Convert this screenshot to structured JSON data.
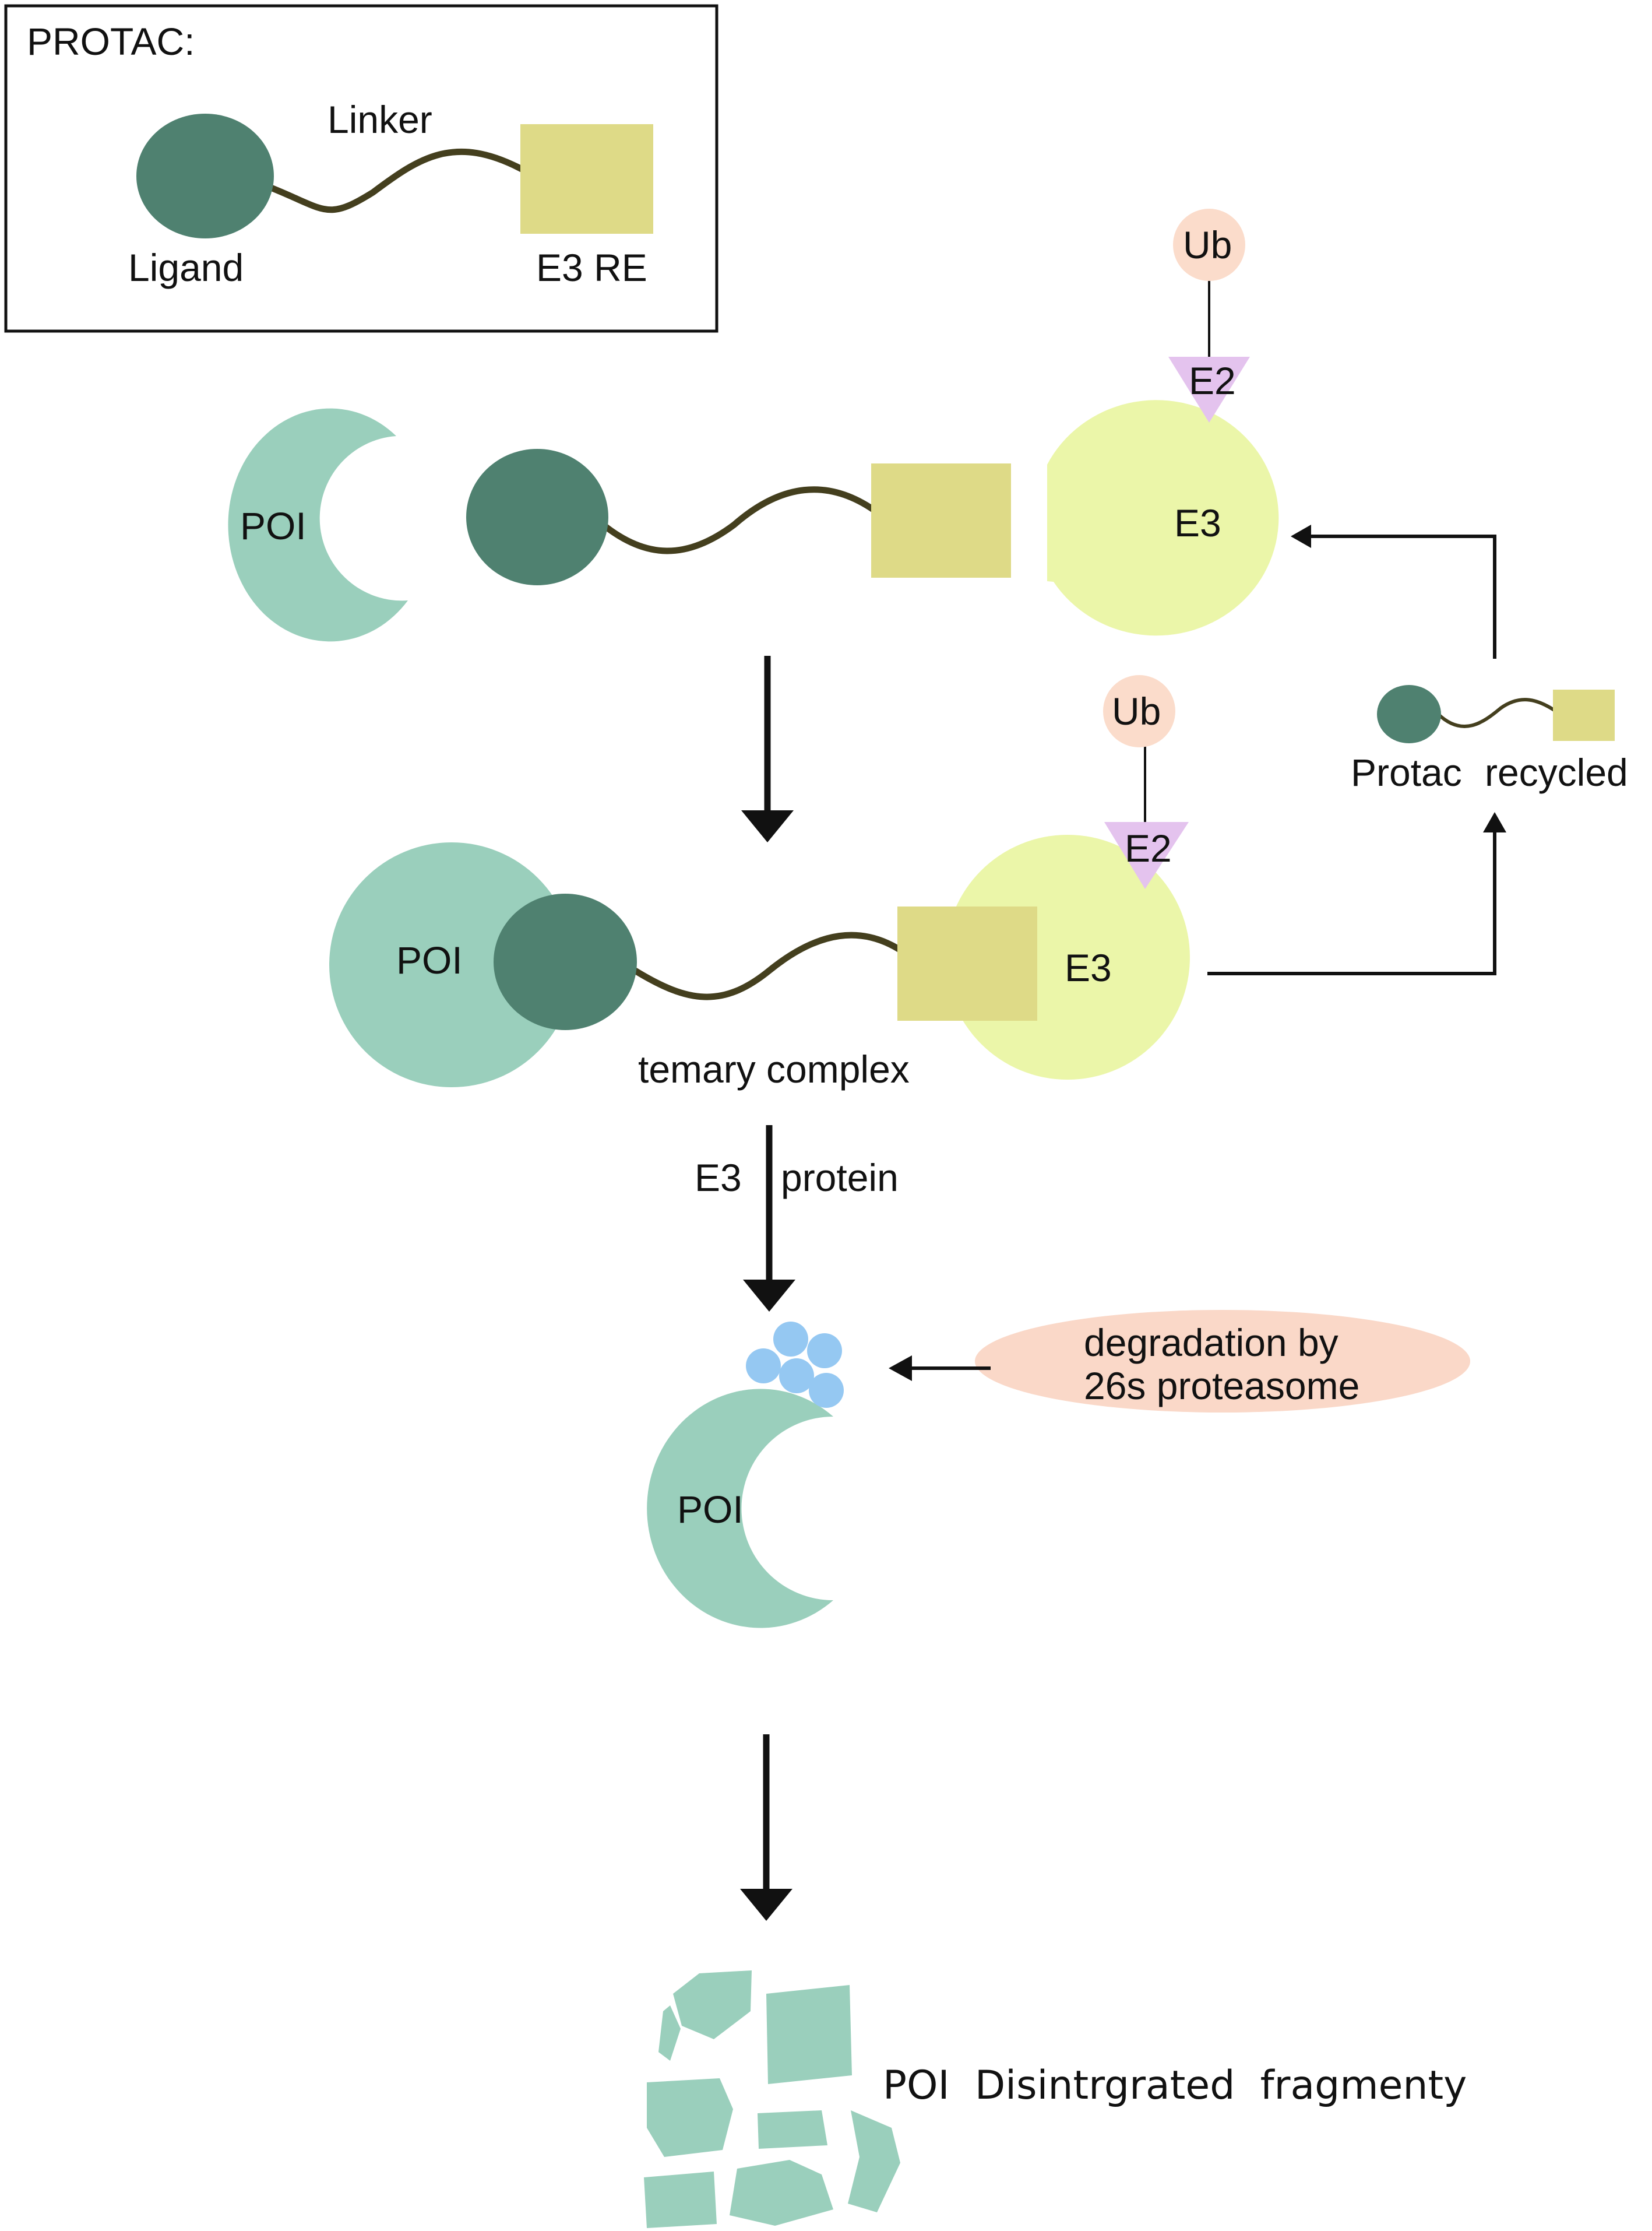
{
  "legend": {
    "title": "PROTAC:",
    "linker_label": "Linker",
    "ligand_label": "Ligand",
    "e3re_label": "E3 RE"
  },
  "stage1": {
    "poi_label": "POI",
    "e3_label": "E3",
    "ub_label": "Ub",
    "e2_label": "E2"
  },
  "stage2": {
    "poi_label": "POI",
    "e3_label": "E3",
    "ub_label": "Ub",
    "e2_label": "E2",
    "complex_label": "temary complex"
  },
  "recycle": {
    "label_protac": "Protac",
    "label_recycled": "recycled"
  },
  "arrow2": {
    "label_left": "E3",
    "label_right": "protein"
  },
  "degradation": {
    "line1": "degradation by",
    "line2": "26s proteasome"
  },
  "stage3": {
    "poi_label": "POI"
  },
  "fragments": {
    "label": "POI  Disintrgrated  fragmenty"
  },
  "colors": {
    "poi": "#9ACFBC",
    "ligand": "#4F8170",
    "linker": "#443F1E",
    "e3re": "#DEDA87",
    "e3": "#EBF6A9",
    "ub": "#FBDCCB",
    "e2": "#E4C3EE",
    "proteasome": "#FAD8C8",
    "ubiquitin_dots": "#95C8F2"
  }
}
